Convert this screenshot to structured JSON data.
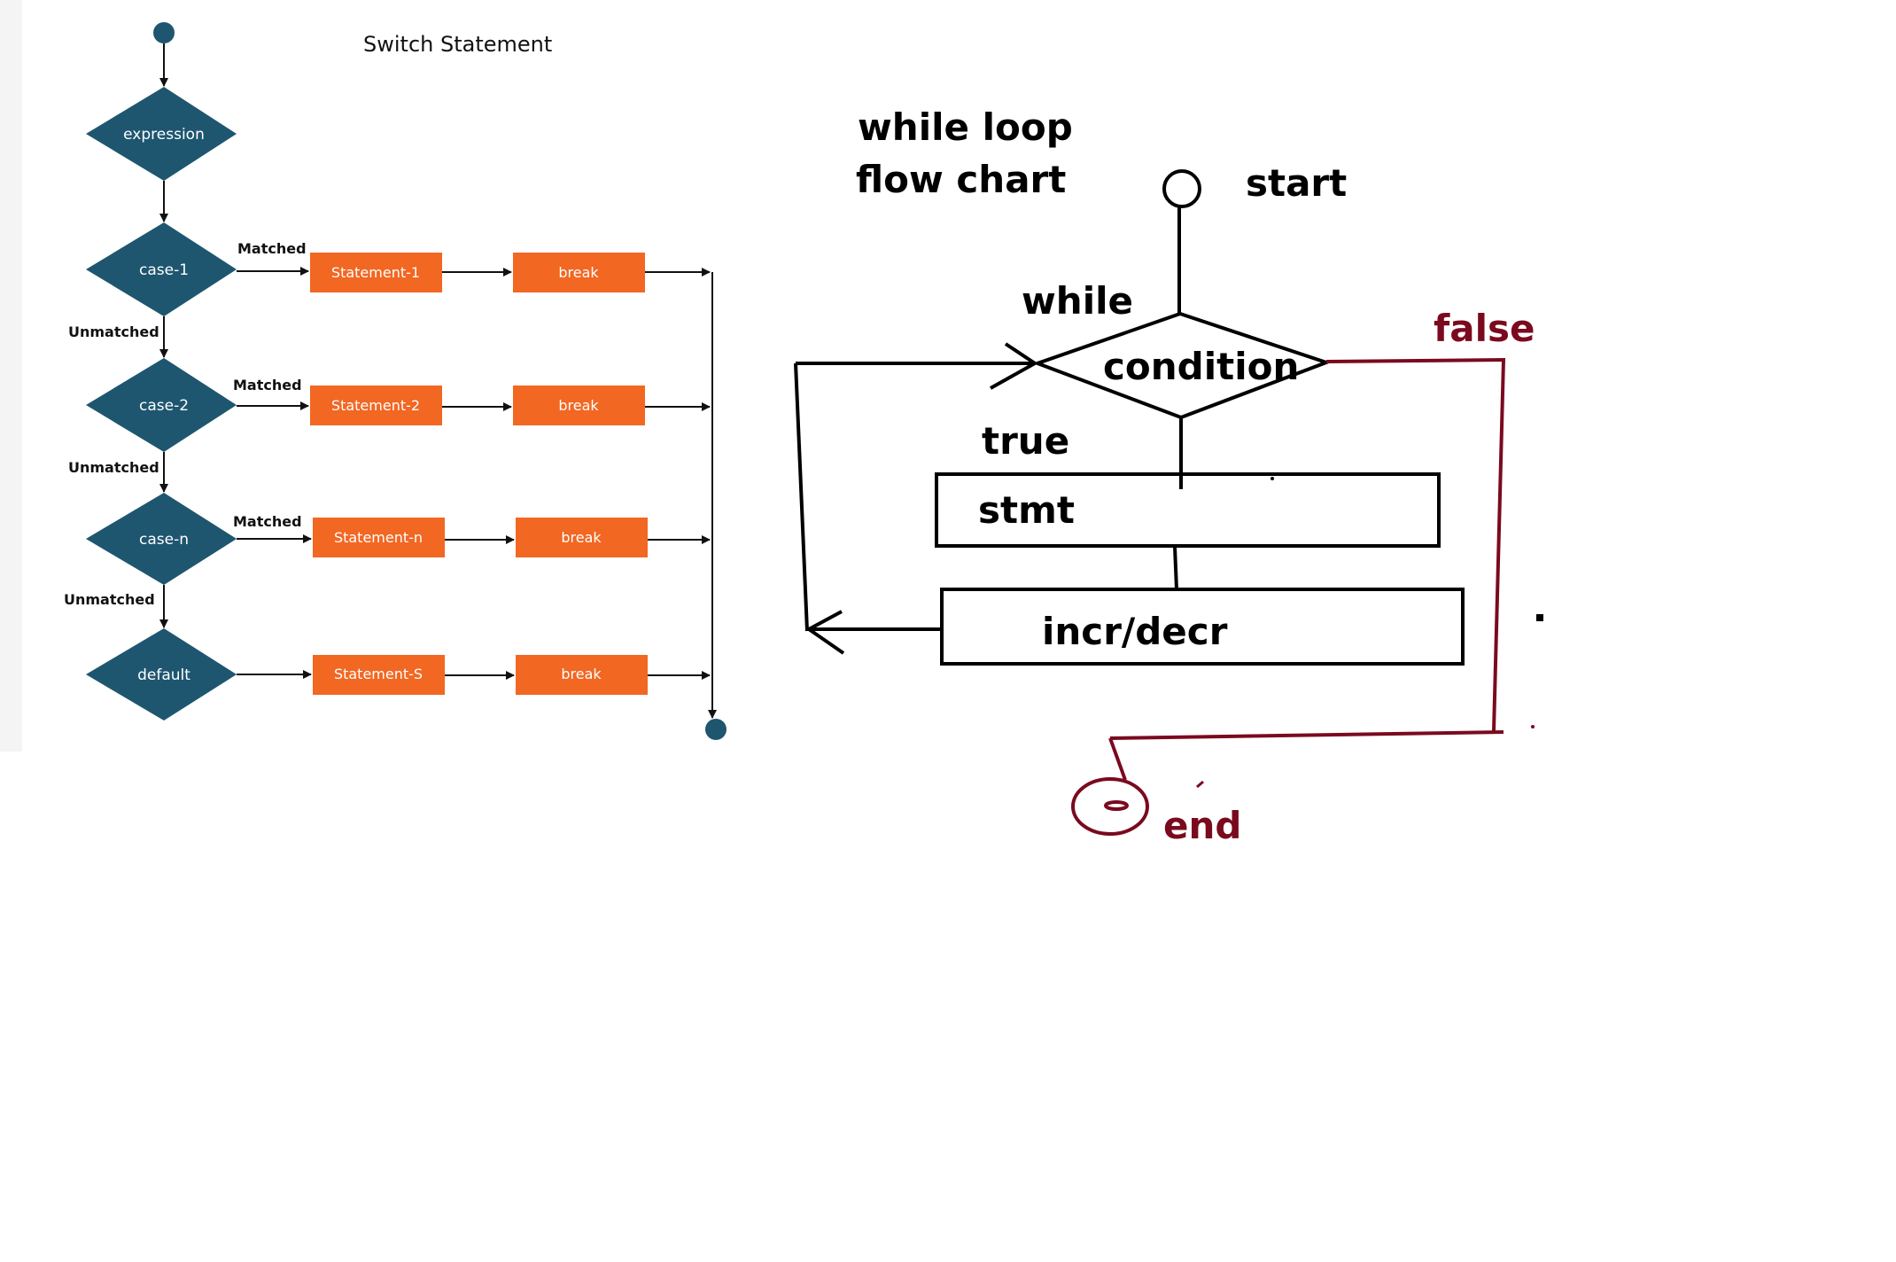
{
  "switch_chart": {
    "title": "Switch Statement",
    "expression_label": "expression",
    "cases": [
      {
        "label": "case-1",
        "statement": "Statement-1",
        "break": "break",
        "matched": "Matched",
        "unmatched": "Unmatched"
      },
      {
        "label": "case-2",
        "statement": "Statement-2",
        "break": "break",
        "matched": "Matched",
        "unmatched": "Unmatched"
      },
      {
        "label": "case-n",
        "statement": "Statement-n",
        "break": "break",
        "matched": "Matched",
        "unmatched": "Unmatched"
      }
    ],
    "default_case": {
      "label": "default",
      "statement": "Statement-S",
      "break": "break"
    },
    "colors": {
      "diamond": "#1e5670",
      "box": "#f26722",
      "node": "#1e5670"
    }
  },
  "while_chart": {
    "title_line1": "while loop",
    "title_line2": "flow chart",
    "start_label": "start",
    "while_label": "while",
    "condition_label": "condition",
    "true_label": "true",
    "false_label": "false",
    "stmt_label": "stmt",
    "incr_label": "incr/decr",
    "end_label": "end",
    "colors": {
      "ink": "#000000",
      "exit": "#7a0a1e"
    }
  }
}
